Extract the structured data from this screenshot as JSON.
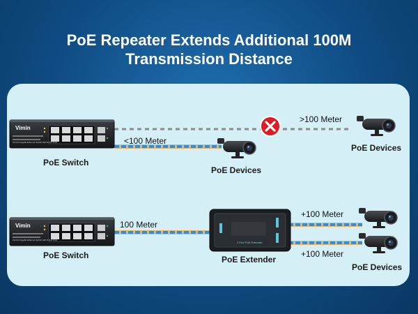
{
  "title_line1": "PoE Repeater Extends Additional 100M",
  "title_line2": "Transmission Distance",
  "brand": "Vimin",
  "switch_caption": "16-Port Gigabit Ethernet Switch with 8-Port PoE",
  "extender_caption": "2 Port PoE Extender",
  "top": {
    "switch_label": "PoE Switch",
    "cable_label": "<100 Meter",
    "far_label": ">100 Meter",
    "device_near_label": "PoE Devices",
    "device_far_label": "PoE Devices"
  },
  "bottom": {
    "switch_label": "PoE Switch",
    "cable_label": "100 Meter",
    "extender_label": "PoE Extender",
    "out1_label": "+100 Meter",
    "out2_label": "+100 Meter",
    "device_label": "PoE Devices"
  },
  "colors": {
    "cable": "#2f8fdc",
    "cable_edge": "#f2b35a",
    "failed_link": "#8a8a8a",
    "blocked": "#e01b24"
  },
  "icons": [
    "x-mark-icon",
    "camera-icon",
    "switch-icon",
    "extender-icon"
  ]
}
